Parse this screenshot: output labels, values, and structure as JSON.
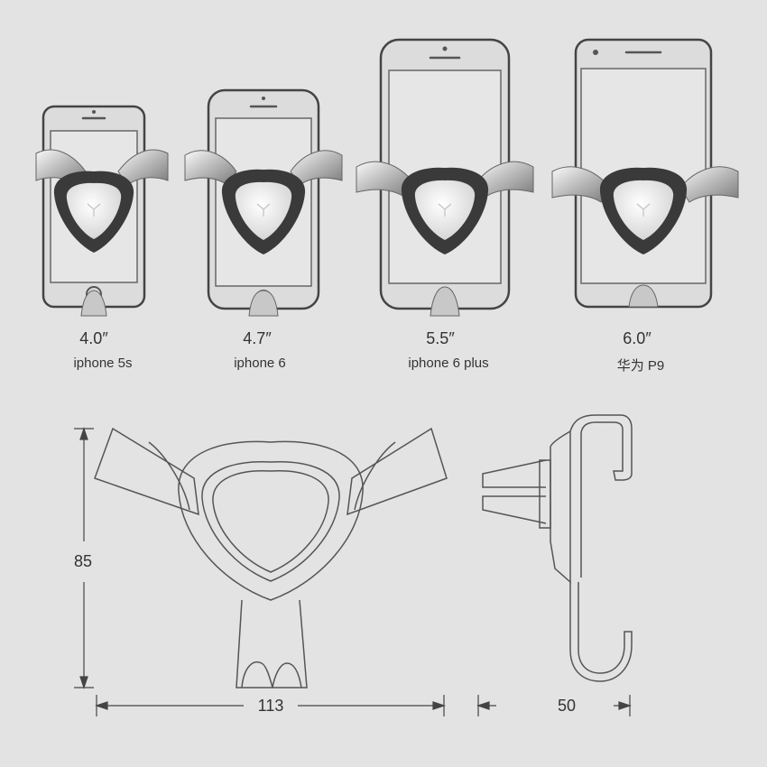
{
  "phones": [
    {
      "size": "4.0″",
      "model": "iphone 5s"
    },
    {
      "size": "4.7″",
      "model": "iphone 6"
    },
    {
      "size": "5.5″",
      "model": "iphone 6 plus"
    },
    {
      "size": "6.0″",
      "model": "华为 P9"
    }
  ],
  "dimensions": {
    "height": "85",
    "width": "113",
    "depth": "50"
  },
  "colors": {
    "background": "#e3e3e3",
    "line": "#555555",
    "holder_dark": "#3a3a3a",
    "holder_face": "#e8e8e8"
  }
}
